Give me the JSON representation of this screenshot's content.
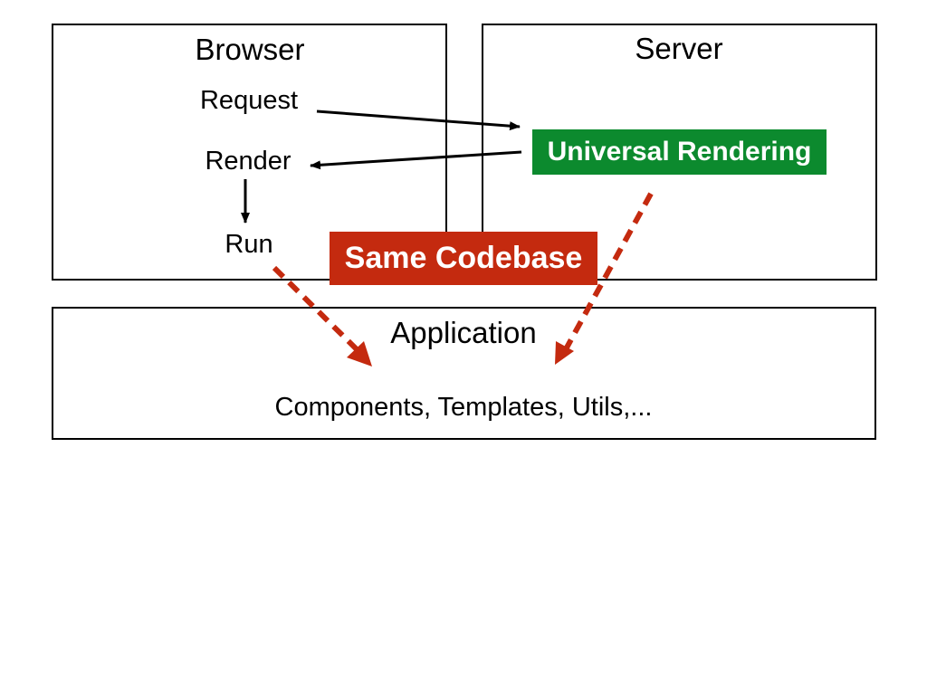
{
  "browser": {
    "title": "Browser",
    "request": "Request",
    "render": "Render",
    "run": "Run"
  },
  "server": {
    "title": "Server",
    "universal_rendering": "Universal Rendering"
  },
  "same_codebase": "Same Codebase",
  "application": {
    "title": "Application",
    "contents": "Components, Templates, Utils,..."
  },
  "colors": {
    "universal_rendering_bg": "#0c8a2e",
    "same_codebase_bg": "#c42a0f",
    "dashed_arrow": "#c42a0f",
    "solid_arrow": "#000000"
  }
}
